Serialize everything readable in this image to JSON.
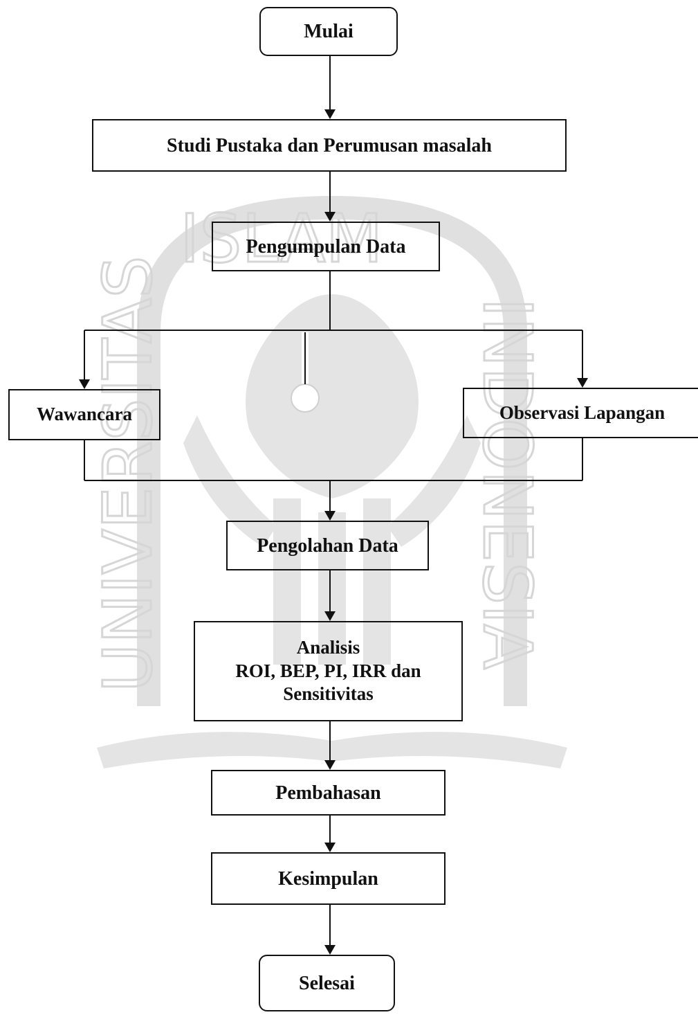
{
  "diagram": {
    "nodes": {
      "start": "Mulai",
      "literature": "Studi Pustaka dan Perumusan masalah",
      "data_collection": "Pengumpulan Data",
      "interview": "Wawancara",
      "field_observation": "Observasi Lapangan",
      "data_processing": "Pengolahan Data",
      "analysis_line1": "Analisis",
      "analysis_line2": "ROI, BEP, PI, IRR dan",
      "analysis_line3": "Sensitivitas",
      "discussion": "Pembahasan",
      "conclusion": "Kesimpulan",
      "end": "Selesai"
    },
    "watermark": {
      "text_left": "UNIVERSITAS",
      "text_top": "ISLAM",
      "text_right": "INDONESIA"
    }
  },
  "colors": {
    "stroke": "#111111",
    "watermark": "#d9d9d9",
    "background": "#ffffff"
  }
}
